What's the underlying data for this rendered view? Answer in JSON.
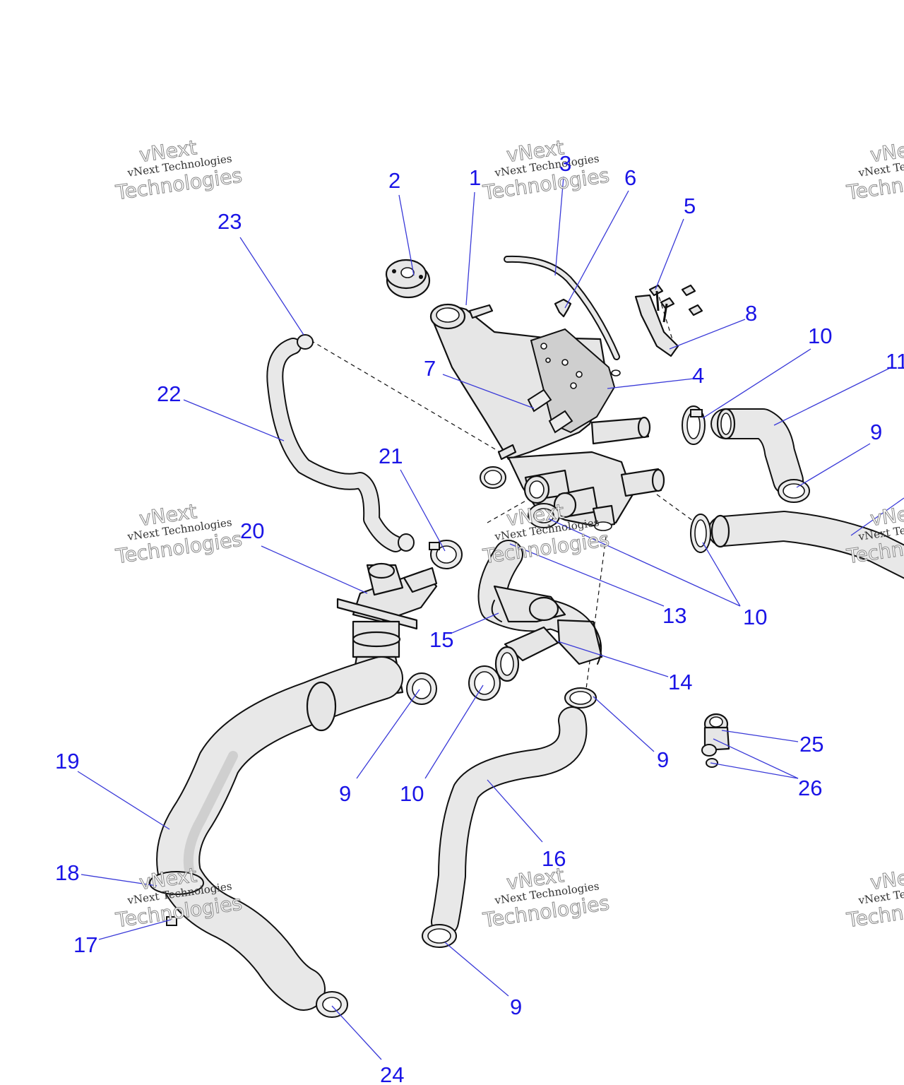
{
  "callouts": {
    "c1": "1",
    "c2": "2",
    "c3": "3",
    "c4": "4",
    "c5": "5",
    "c6": "6",
    "c7": "7",
    "c8": "8",
    "c10a": "10",
    "c11": "11",
    "c9a": "9",
    "c23": "23",
    "c22": "22",
    "c21": "21",
    "c20": "20",
    "c13": "13",
    "c10b": "10",
    "c15": "15",
    "c14": "14",
    "c9b": "9",
    "c10c": "10",
    "c9c": "9",
    "c25": "25",
    "c26": "26",
    "c19": "19",
    "c16": "16",
    "c18": "18",
    "c17": "17",
    "c9d": "9",
    "c24": "24"
  },
  "watermark": {
    "line1": "vNext",
    "line2": "vNext Technologies",
    "line3": "Technologies"
  },
  "colors": {
    "callout": "#1a14e6",
    "leader": "#3a3ad8",
    "part_fill": "#e6e6e6",
    "outline": "#111111"
  }
}
